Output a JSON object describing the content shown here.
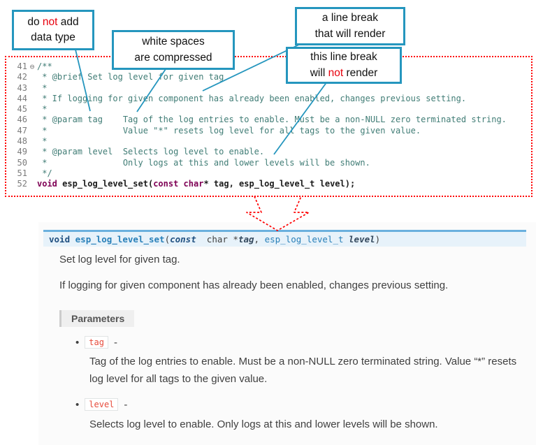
{
  "callouts": {
    "c1": {
      "pre": "do ",
      "em": "not",
      "post": " add",
      "line2": "data type"
    },
    "c2": {
      "line1": "white spaces",
      "line2": "are compressed"
    },
    "c3": {
      "line1": "a line break",
      "line2": "that will render"
    },
    "c4": {
      "line1": "this line break",
      "pre2": "will ",
      "em": "not",
      "post2": " render"
    }
  },
  "code": {
    "lines": [
      {
        "num": "41",
        "fold": "⊖",
        "text": "/**"
      },
      {
        "num": "42",
        "fold": "",
        "text": " * @brief Set log level for given tag"
      },
      {
        "num": "43",
        "fold": "",
        "text": " *"
      },
      {
        "num": "44",
        "fold": "",
        "text": " * If logging for given component has already been enabled, changes previous setting."
      },
      {
        "num": "45",
        "fold": "",
        "text": " *"
      },
      {
        "num": "46",
        "fold": "",
        "text": " * @param tag    Tag of the log entries to enable. Must be a non-NULL zero terminated string."
      },
      {
        "num": "47",
        "fold": "",
        "text": " *               Value \"*\" resets log level for all tags to the given value."
      },
      {
        "num": "48",
        "fold": "",
        "text": " *"
      },
      {
        "num": "49",
        "fold": "",
        "text": " * @param level  Selects log level to enable."
      },
      {
        "num": "50",
        "fold": "",
        "text": " *               Only logs at this and lower levels will be shown."
      },
      {
        "num": "51",
        "fold": "",
        "text": " */"
      }
    ],
    "sig_line": {
      "num": "52",
      "kw1": "void ",
      "name": "esp_log_level_set",
      "p1": "(",
      "kw2": "const ",
      "kw3": "char",
      "rest": "* tag, esp_log_level_t level);"
    }
  },
  "doc": {
    "signature": {
      "kw": "void ",
      "name": "esp_log_level_set",
      "p1": "(",
      "const_kw": "const",
      "type1": "  char *",
      "param1": "tag",
      "comma": ", ",
      "type2": "esp_log_level_t",
      "sp": " ",
      "param2": "level",
      "p2": ")"
    },
    "p1": "Set log level for given tag.",
    "p2": "If logging for given component has already been enabled, changes previous setting.",
    "params_label": "Parameters",
    "params": [
      {
        "name": "tag",
        "dash": "-",
        "desc": "Tag of the log entries to enable. Must be a non-NULL zero terminated string. Value “*” resets log level for all tags to the given value."
      },
      {
        "name": "level",
        "dash": "-",
        "desc": "Selects log level to enable. Only logs at this and lower levels will be shown."
      }
    ]
  },
  "colors": {
    "callout_border": "#2596be",
    "dotted_border": "#ff0000",
    "comment": "#417d76",
    "keyword": "#7f0055",
    "sig_bg": "#e7f2fa",
    "sig_top_border": "#6ab0de",
    "param_chip_text": "#e74c3c"
  }
}
